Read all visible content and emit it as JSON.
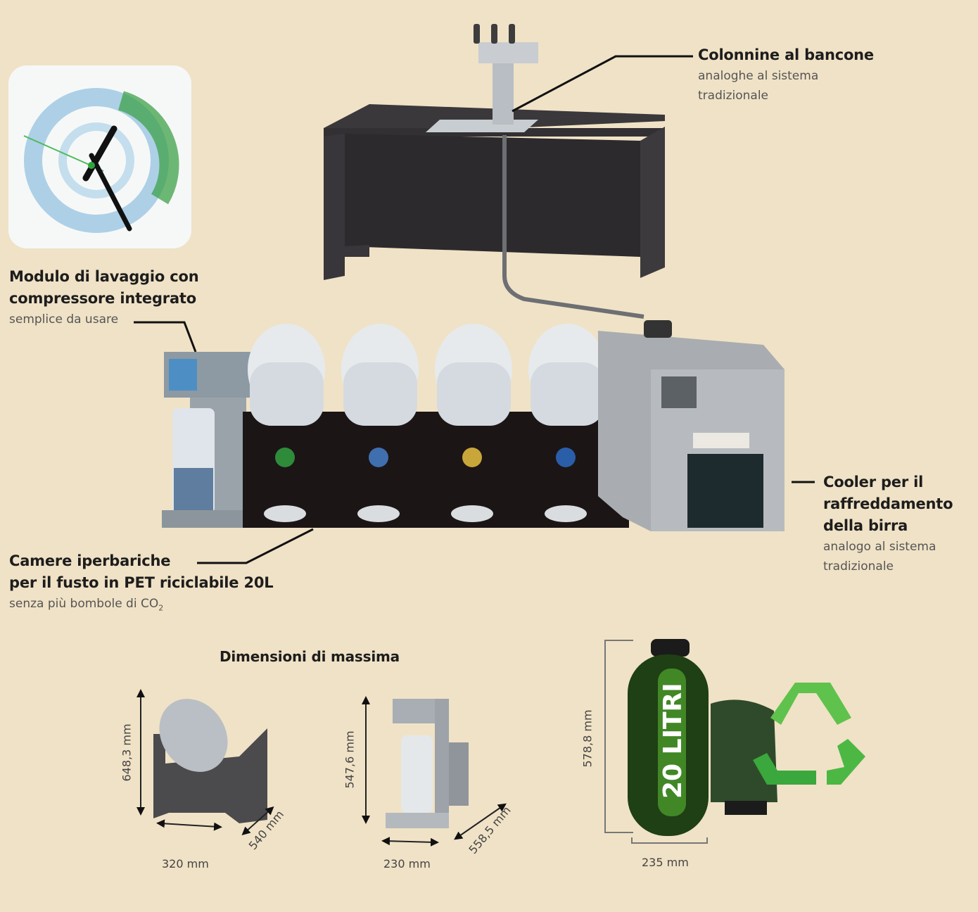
{
  "callouts": {
    "taps": {
      "title": "Colonnine al bancone",
      "subtitle_lines": [
        "analoghe al sistema",
        "tradizionale"
      ]
    },
    "wash_module": {
      "title_lines": [
        "Modulo di lavaggio con",
        "compressore integrato"
      ],
      "subtitle": "semplice da usare"
    },
    "chambers": {
      "title_lines": [
        "Camere iperbariche",
        "per il fusto in PET riciclabile 20L"
      ],
      "subtitle": "senza più bombole di CO",
      "subtitle_sub": "2"
    },
    "cooler": {
      "title_lines": [
        "Cooler per il",
        "raffreddamento",
        "della birra"
      ],
      "subtitle_lines": [
        "analogo al sistema",
        "tradizionale"
      ]
    }
  },
  "dimensions": {
    "title": "Dimensioni di massima",
    "chamber": {
      "height": "648,3 mm",
      "width": "320 mm",
      "depth": "540 mm"
    },
    "wash_unit": {
      "height": "547,6 mm",
      "width": "230 mm",
      "depth": "558,5 mm"
    },
    "keg": {
      "label": "20 LITRI",
      "height": "578,8 mm",
      "width": "235 mm"
    }
  },
  "colors": {
    "background": "#f0e2c6",
    "counter": "#2e2c2f",
    "keg_green": "#2d6a1e",
    "recycle_green": "#4caf3c"
  }
}
